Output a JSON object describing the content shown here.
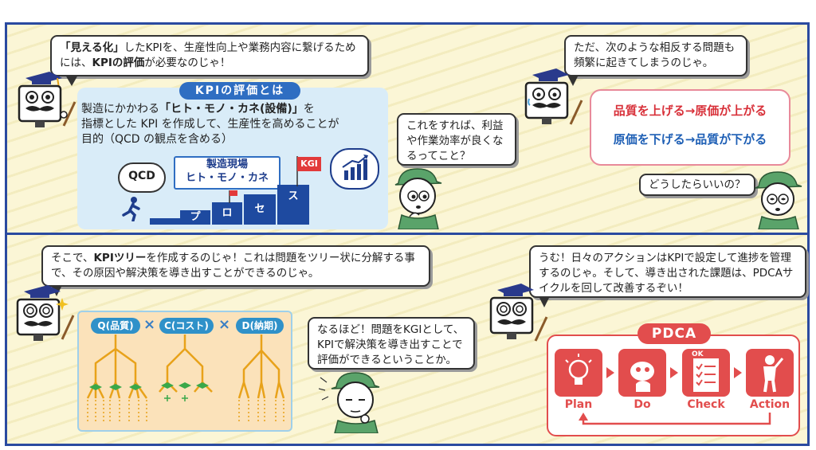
{
  "top_left": {
    "speech_pre": "「見える化」",
    "speech_mid1": "したKPIを、生産性向上や業務内容に繋げるためには、",
    "speech_bold": "KPIの評価",
    "speech_post": "が必要なのじゃ！",
    "panel_title": "KPIの評価とは",
    "panel_line1_pre": "製造にかかわる",
    "panel_line1_bold": "「ヒト・モノ・カネ(設備)」",
    "panel_line1_post": "を",
    "panel_line2": "指標とした KPI を作成して、生産性を高めることが",
    "panel_line3": "目的（QCD の観点を含める）",
    "qcd_cloud": "QCD",
    "site_label_1": "製造現場",
    "site_label_2": "ヒト・モノ・カネ",
    "kgi_flag": "KGI",
    "steps": [
      "プ",
      "ロ",
      "セ",
      "ス"
    ]
  },
  "top_mid": {
    "question": "これをすれば、利益や作業効率が良くなるってこと？"
  },
  "top_right": {
    "speech": "ただ、次のような相反する問題も頻繁に起きてしまうのじゃ。",
    "line_red": "品質を上げる→原価が上がる",
    "line_blue": "原価を下げる→品質が下がる",
    "question": "どうしたらいいの？"
  },
  "bottom_left": {
    "speech_pre": "そこで、",
    "speech_bold": "KPIツリー",
    "speech_post": "を作成するのじゃ！これは問題をツリー状に分解する事で、その原因や解決策を導き出すことができるのじゃ。",
    "pills": [
      "Q(品質)",
      "C(コスト)",
      "D(納期)"
    ],
    "times": "×"
  },
  "bottom_mid": {
    "speech": "なるほど！問題をKGIとして、KPIで解決策を導き出すことで評価ができるということか。"
  },
  "bottom_right": {
    "speech": "うむ！日々のアクションはKPIで設定して進捗を管理するのじゃ。そして、導き出された課題は、PDCAサイクルを回して改善するぞい！",
    "pdca_title": "PDCA",
    "steps": [
      "Plan",
      "Do",
      "Check",
      "Action"
    ],
    "ok_mark": "OK"
  },
  "colors": {
    "frame": "#2a4aa0",
    "red": "#d8313a",
    "blue": "#1e5fb5",
    "pdca": "#e24d4d",
    "tree": "#e8a21a",
    "leaf": "#3aa84a"
  }
}
